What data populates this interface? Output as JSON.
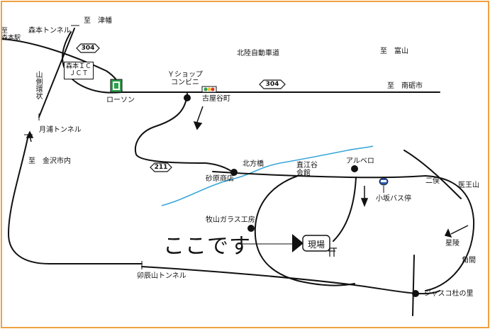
{
  "map": {
    "colors": {
      "frame": "#f0a040",
      "road": "#111111",
      "river": "#3aa7d8",
      "sign_green": "#2e9e4a",
      "sign_red": "#d23a2a",
      "sign_yellow": "#f2c230"
    },
    "labels": {
      "to_tsubata": "至　津幡",
      "morimoto_tunnel": "森本トンネル",
      "to_morimoto_station": "至\n森本駅",
      "yamagawa_kanjo": "山側環状",
      "hokuriku_expressway": "北陸自動車道",
      "to_toyama": "至　富山",
      "to_tonami": "至　南砺市",
      "y_shop": "Ｙショップ\nコンビニ",
      "lawson": "ローソン",
      "koyadani": "古屋谷町",
      "tsukiura_tunnel": "月浦トンネル",
      "to_kanazawa": "至　金沢市内",
      "kitakata_bridge": "北方橋",
      "naoedani": "直江谷\n会館",
      "alberobello": "アルベロ",
      "sunahara": "砂原商店",
      "futamata": "二俣",
      "iozan": "医王山",
      "ozaka_bus": "小坂バス停",
      "makiyama_glass": "牧山ガラス工房",
      "koko_desu": "ここです",
      "genba": "現場",
      "seiryo": "星陵",
      "kakuma": "角間",
      "utatsuyama_tunnel": "卯辰山トンネル",
      "jusco": "ジャスコ杜の里"
    },
    "jct_box": "森本ＩＣ\nＪＣＴ",
    "routes": {
      "r304a": "304",
      "r304b": "304",
      "r211": "211"
    },
    "icons": [
      "convenience-store-icon",
      "traffic-signal-icon",
      "bus-stop-icon",
      "shrine-gate-icon",
      "pointer-triangle-icon"
    ]
  }
}
